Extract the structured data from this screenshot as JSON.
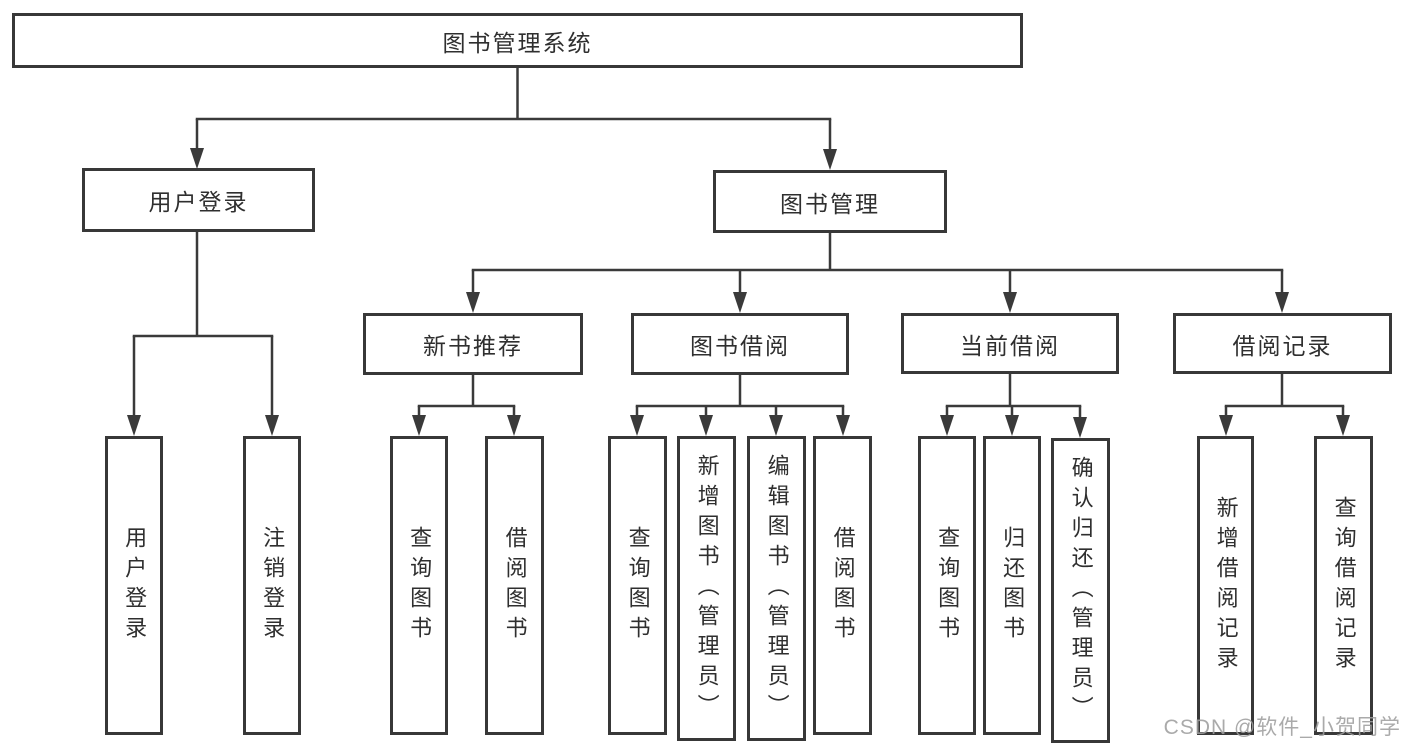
{
  "diagram_title": "图书管理系统",
  "tree": {
    "root": {
      "label": "图书管理系统",
      "children": [
        {
          "label": "用户登录",
          "children": [
            {
              "label": "用户登录"
            },
            {
              "label": "注销登录"
            }
          ]
        },
        {
          "label": "图书管理",
          "children": [
            {
              "label": "新书推荐",
              "children": [
                {
                  "label": "查询图书"
                },
                {
                  "label": "借阅图书"
                }
              ]
            },
            {
              "label": "图书借阅",
              "children": [
                {
                  "label": "查询图书"
                },
                {
                  "label": "新增图书（管理员）"
                },
                {
                  "label": "编辑图书（管理员）"
                },
                {
                  "label": "借阅图书"
                }
              ]
            },
            {
              "label": "当前借阅",
              "children": [
                {
                  "label": "查询图书"
                },
                {
                  "label": "归还图书"
                },
                {
                  "label": "确认归还（管理员）"
                }
              ]
            },
            {
              "label": "借阅记录",
              "children": [
                {
                  "label": "新增借阅记录"
                },
                {
                  "label": "查询借阅记录"
                }
              ]
            }
          ]
        }
      ]
    }
  },
  "watermark": {
    "text": "CSDN @软件_小贺同学",
    "color": "#9e9e9e"
  },
  "colors": {
    "line": "#3a3a3a",
    "box_border": "#383838",
    "box_fill": "#ffffff",
    "text": "#2f2f2f",
    "background": "#ffffff"
  }
}
